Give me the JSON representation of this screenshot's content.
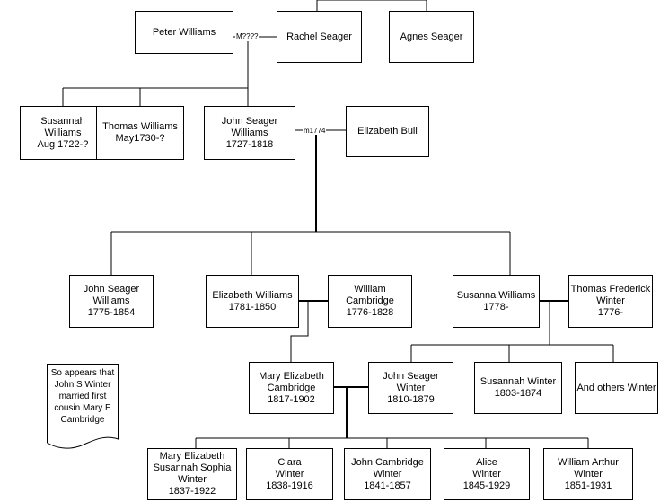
{
  "people": {
    "peter": [
      "Peter Williams"
    ],
    "rachel": [
      "Rachel Seager"
    ],
    "agnes": [
      "Agnes Seager"
    ],
    "susannah1": [
      "Susannah",
      "Williams",
      "Aug 1722-?"
    ],
    "thomas": [
      "Thomas Williams",
      "May1730-?"
    ],
    "johnsw1": [
      "John Seager",
      "Williams",
      "1727-1818"
    ],
    "ebull": [
      "Elizabeth Bull"
    ],
    "johnsw2": [
      "John Seager",
      "Williams",
      "1775-1854"
    ],
    "elizw": [
      "Elizabeth Williams",
      "1781-1850"
    ],
    "williamc": [
      "William",
      "Cambridge",
      "1776-1828"
    ],
    "susannaw": [
      "Susanna Williams",
      "1778-"
    ],
    "thomasfw": [
      "Thomas Frederick",
      "Winter",
      "1776-"
    ],
    "maryec": [
      "Mary Elizabeth",
      "Cambridge",
      "1817-1902"
    ],
    "johnsgw": [
      "John Seager",
      "Winter",
      "1810-1879"
    ],
    "susannahw": [
      "Susannah Winter",
      "1803-1874"
    ],
    "others": [
      "And others Winter"
    ],
    "maryess": [
      "Mary Elizabeth",
      "Susannah Sophia",
      "Winter",
      "1837-1922"
    ],
    "clara": [
      "Clara",
      "Winter",
      "1838-1916"
    ],
    "johncw": [
      "John Cambridge",
      "Winter",
      "1841-1857"
    ],
    "alice": [
      "Alice",
      "Winter",
      "1845-1929"
    ],
    "williamaw": [
      "William Arthur",
      "Winter",
      "1851-1931"
    ]
  },
  "marriages": {
    "m1": "M????",
    "m2": "m1774"
  },
  "note": [
    "So appears that",
    "John S Winter",
    "married first",
    "cousin Mary E",
    "Cambridge"
  ]
}
